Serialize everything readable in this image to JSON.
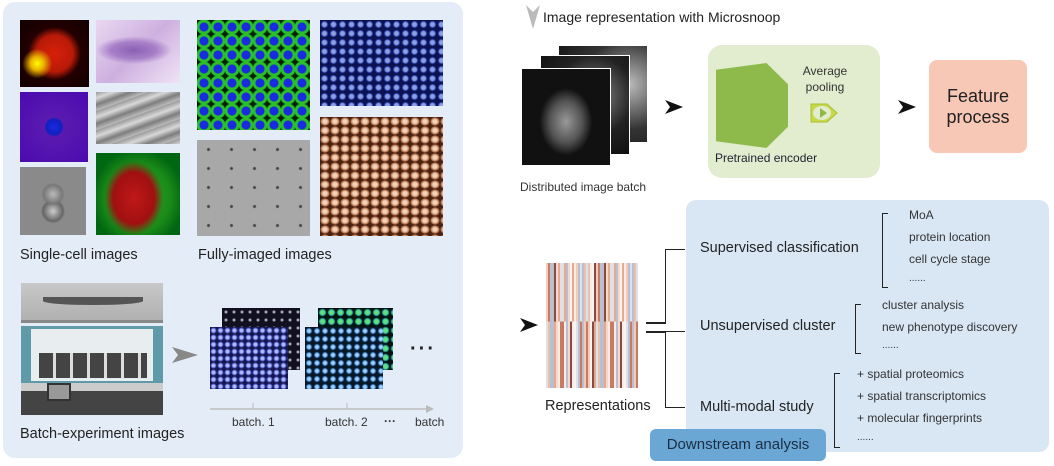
{
  "left_panel": {
    "single_cell_label": "Single-cell images",
    "fully_imaged_label": "Fully-imaged images",
    "batch_experiment_label": "Batch-experiment images",
    "batch_axis": {
      "batch1": "batch. 1",
      "batch2": "batch. 2",
      "dots": "···",
      "axis_label": "batch"
    },
    "more_dots": "···"
  },
  "pipeline": {
    "title": "Image representation with Microsnoop",
    "image_batch_label": "Distributed image batch",
    "average_pooling_label": "Average pooling",
    "encoder_label": "Pretrained encoder",
    "feature_process_label": "Feature process"
  },
  "downstream": {
    "representations_label": "Representations",
    "panel_label": "Downstream analysis",
    "branches": [
      {
        "name": "Supervised classification",
        "items": [
          "MoA",
          "protein location",
          "cell cycle stage",
          "......"
        ]
      },
      {
        "name": "Unsupervised cluster",
        "items": [
          "cluster analysis",
          "new phenotype discovery",
          "......"
        ]
      },
      {
        "name": "Multi-modal study",
        "items": [
          "+ spatial proteomics",
          "+ spatial transcriptomics",
          "+ molecular fingerprints",
          "......"
        ]
      }
    ]
  },
  "colors": {
    "panel_bg": "#e4edf7",
    "encoder": "#8dba4b",
    "feature_box": "#f7c8b6",
    "downstream_bg": "#d9e7f5",
    "downstream_tag": "#6aa7d5"
  }
}
